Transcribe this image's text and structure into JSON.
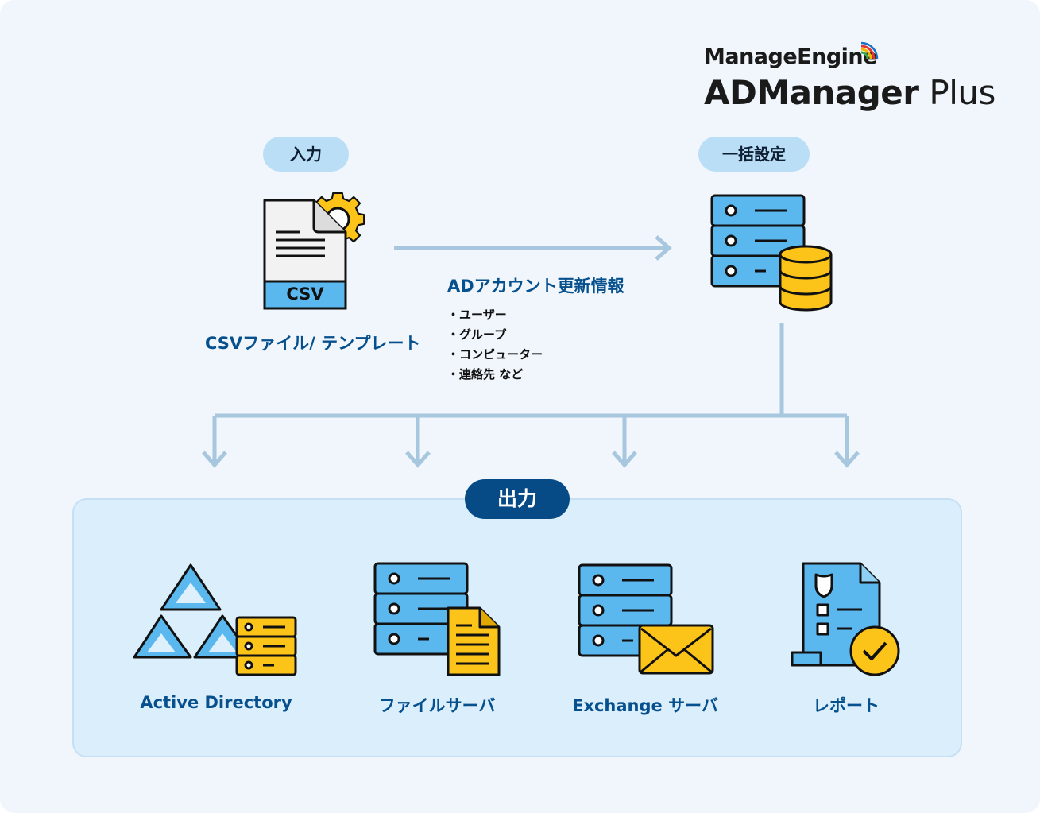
{
  "brand": {
    "company": "ManageEngine",
    "product_bold": "ADManager",
    "product_light": "Plus"
  },
  "input": {
    "pill": "入力",
    "csv_badge": "CSV",
    "caption": "CSVファイル/ テンプレート"
  },
  "bulk": {
    "pill": "一括設定"
  },
  "flow": {
    "title": "ADアカウント更新情報",
    "items": [
      "ユーザー",
      "グループ",
      "コンピューター",
      "連絡先 など"
    ]
  },
  "output": {
    "pill": "出力",
    "targets": [
      "Active Directory",
      "ファイルサーバ",
      "Exchange サーバ",
      "レポート"
    ]
  },
  "colors": {
    "server_blue": "#5ab8ef",
    "accent_yellow": "#fcc419",
    "outline": "#111111",
    "arrow": "#a7c7de",
    "brand_green": "#3aa64a",
    "brand_red": "#e03a2f",
    "brand_yellow": "#f4b400",
    "brand_blue": "#1a73c8"
  }
}
